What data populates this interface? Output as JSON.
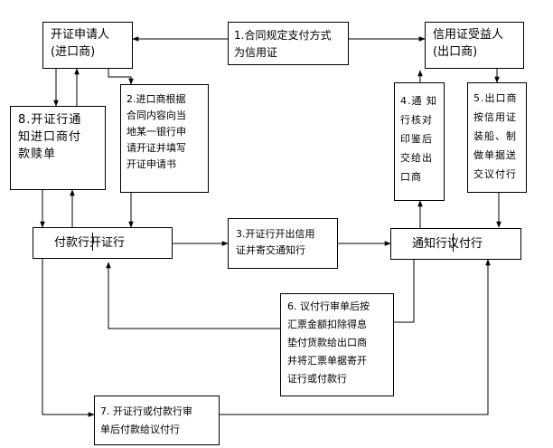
{
  "nodes": {
    "applicant": {
      "line1": "开证申请人",
      "line2": "(进口商)"
    },
    "contract": {
      "text": "1.合同规定支付方式\n为信用证"
    },
    "beneficiary": {
      "line1": "信用证受益人",
      "line2": "(出口商)"
    },
    "notify_importer": {
      "text": "8.开证行通\n知进口商付\n款赎单"
    },
    "apply": {
      "text": "2.进口商根据\n合同内容向当\n地某一银行申\n请开证并填写\n开证申请书"
    },
    "verify_seal": {
      "text": "4.通  知\n行核对\n印鉴后\n交给出\n口商"
    },
    "ship_docs": {
      "text": "5.出口商\n按信用证\n装船、制\n做单据送\n交议付行"
    },
    "issuing_bank": {
      "part1": "付款行",
      "part2": "开证行"
    },
    "issue_lc": {
      "text": "3.开证行开出信用\n证并寄交通知行"
    },
    "advising_bank": {
      "part1": "通知行",
      "part2": "议付行"
    },
    "negotiate": {
      "text": "6. 议付行审单后按\n汇票金额扣除得息\n垫付货款给出口商\n并将汇票单据寄开\n证行或付款行"
    },
    "pay_negotiating": {
      "text": "7. 开证行或付款行审\n单后付款给议付行"
    }
  }
}
